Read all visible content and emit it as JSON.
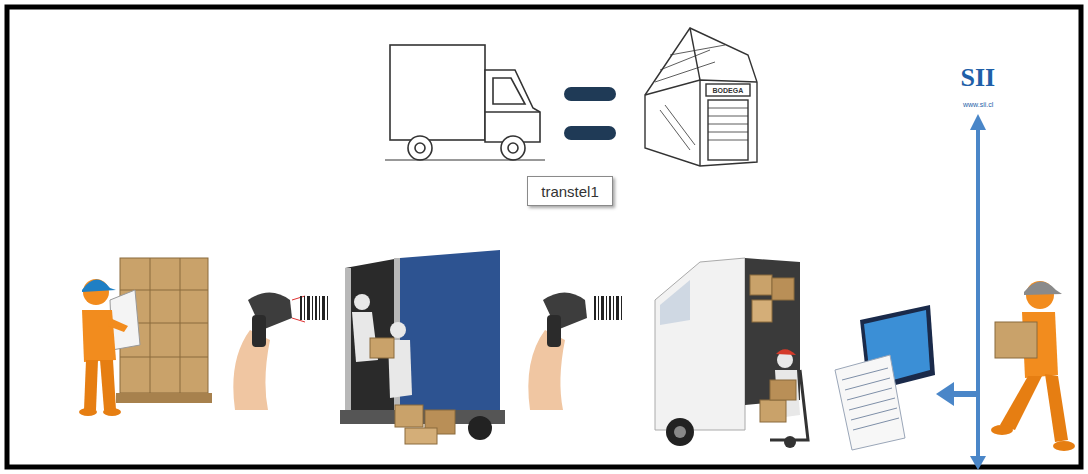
{
  "diagram": {
    "nodes": [
      {
        "text": [
          "transtel1"
        ]
      }
    ],
    "labels": [
      "BODEGA",
      "SII",
      "www.sii.cl"
    ]
  }
}
